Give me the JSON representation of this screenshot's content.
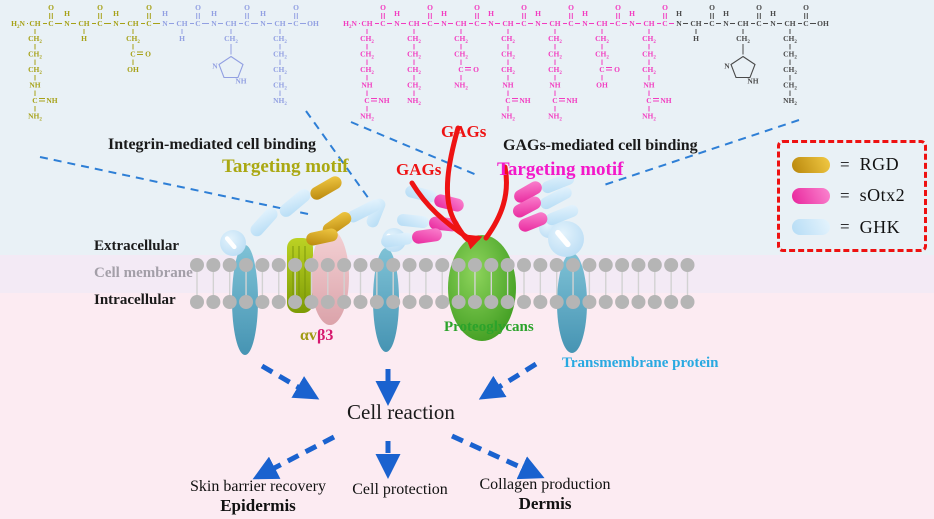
{
  "figure": {
    "headings": {
      "integrin_binding": "Integrin-mediated cell binding",
      "gags_binding": "GAGs-mediated cell binding"
    },
    "labels": {
      "targeting_motif_left": "Targeting motif",
      "targeting_motif_right": "Targeting motif",
      "gags_upper": "GAGs",
      "gags_lower": "GAGs",
      "extracellular": "Extracellular",
      "cell_membrane": "Cell membrane",
      "intracellular": "Intracellular",
      "integrin_alpha": "αv",
      "integrin_beta": "β3",
      "proteoglycans": "Proteoglycans",
      "transmembrane_protein": "Transmembrane protein",
      "cell_reaction": "Cell reaction"
    },
    "outcomes": [
      {
        "text": "Skin barrier recovery",
        "layer": "Epidermis"
      },
      {
        "text": "Cell protection",
        "layer": ""
      },
      {
        "text": "Collagen production",
        "layer": "Dermis"
      }
    ],
    "legend": {
      "items": [
        {
          "eq": "=",
          "label": "RGD",
          "key": "gold"
        },
        {
          "eq": "=",
          "label": "sOtx2",
          "key": "pink"
        },
        {
          "eq": "=",
          "label": "GHK",
          "key": "blue"
        }
      ]
    }
  },
  "colors": {
    "bg_extracellular": "#e9f1f6",
    "bg_membrane": "#f3eaf5",
    "bg_intracellular": "#fcebf2",
    "lipid_head": "#b5b5b5",
    "lipid_tail": "#d2d2d2",
    "teal_light": "#7fc2d6",
    "teal_dark": "#4694b3",
    "ball_blue": "#cfe9fa",
    "ball_blue_edge": "#b9dcf4",
    "capsule_blue": "#b5dcf5",
    "capsule_blue_light": "#e6f4fd",
    "gold_dark": "#b8860b",
    "gold_light": "#f2ca45",
    "pink_dark": "#e8259c",
    "pink_light": "#fb86d0",
    "integrin_green_light": "#bcd224",
    "integrin_green_dark": "#7d9b05",
    "integrin_green_stripe": "#74900a",
    "integrin_pink_light": "#f4d2d5",
    "integrin_pink_dark": "#dba3aa",
    "blob_green_light": "#8ed45c",
    "blob_green_dark": "#3c9a1e",
    "gag_red": "#ee1313",
    "arrow_blue": "#1a62cf",
    "connector_blue": "#2e7fd6",
    "legend_border_red": "#ee1111",
    "text_black": "#1a1a1a",
    "text_gray": "#a39fa8",
    "motif_olive": "#aaa812",
    "motif_magenta": "#f318c9",
    "label_green": "#2ba32b",
    "label_cyan": "#29a9e1",
    "alpha_olive": "#a09a12",
    "beta_crimson": "#d6186e",
    "chem_olive": "#a6a117",
    "chem_blue": "#92a0e2",
    "chem_magenta": "#f23cc0",
    "chem_black": "#4a4a4a"
  },
  "structures": {
    "left": {
      "name": "RGD-GHK peptide",
      "start_label": "H2N",
      "end_label": "OH",
      "residues": [
        {
          "color": "chem_olive",
          "side": [
            "CH2",
            "CH2",
            "CH2",
            "NH",
            "C=NH",
            "NH2"
          ]
        },
        {
          "color": "chem_olive",
          "side": [
            "H"
          ]
        },
        {
          "color": "chem_olive",
          "side": [
            "CH2",
            "C=O",
            "OH"
          ]
        },
        {
          "color": "chem_blue",
          "side": [
            "H"
          ]
        },
        {
          "color": "chem_blue",
          "side": [
            "CH2",
            "RING"
          ]
        },
        {
          "color": "chem_blue",
          "side": [
            "CH2",
            "CH2",
            "CH2",
            "CH2",
            "NH2"
          ]
        }
      ]
    },
    "right": {
      "name": "sOtx2-GHK peptide",
      "start_label": "H2N",
      "end_label": "OH",
      "residues": [
        {
          "color": "chem_magenta",
          "side": [
            "CH2",
            "CH2",
            "CH2",
            "NH",
            "C=NH",
            "NH2"
          ]
        },
        {
          "color": "chem_magenta",
          "side": [
            "CH2",
            "CH2",
            "CH2",
            "CH2",
            "NH2"
          ]
        },
        {
          "color": "chem_magenta",
          "side": [
            "CH2",
            "CH2",
            "C=O",
            "NH2"
          ]
        },
        {
          "color": "chem_magenta",
          "side": [
            "CH2",
            "CH2",
            "CH2",
            "NH",
            "C=NH",
            "NH2"
          ]
        },
        {
          "color": "chem_magenta",
          "side": [
            "CH2",
            "CH2",
            "CH2",
            "NH",
            "C=NH",
            "NH2"
          ]
        },
        {
          "color": "chem_magenta",
          "side": [
            "CH2",
            "CH2",
            "C=O",
            "OH"
          ]
        },
        {
          "color": "chem_magenta",
          "side": [
            "CH2",
            "CH2",
            "CH2",
            "NH",
            "C=NH",
            "NH2"
          ]
        },
        {
          "color": "chem_black",
          "side": [
            "H"
          ]
        },
        {
          "color": "chem_black",
          "side": [
            "CH2",
            "RING"
          ]
        },
        {
          "color": "chem_black",
          "side": [
            "CH2",
            "CH2",
            "CH2",
            "CH2",
            "NH2"
          ]
        }
      ]
    }
  }
}
